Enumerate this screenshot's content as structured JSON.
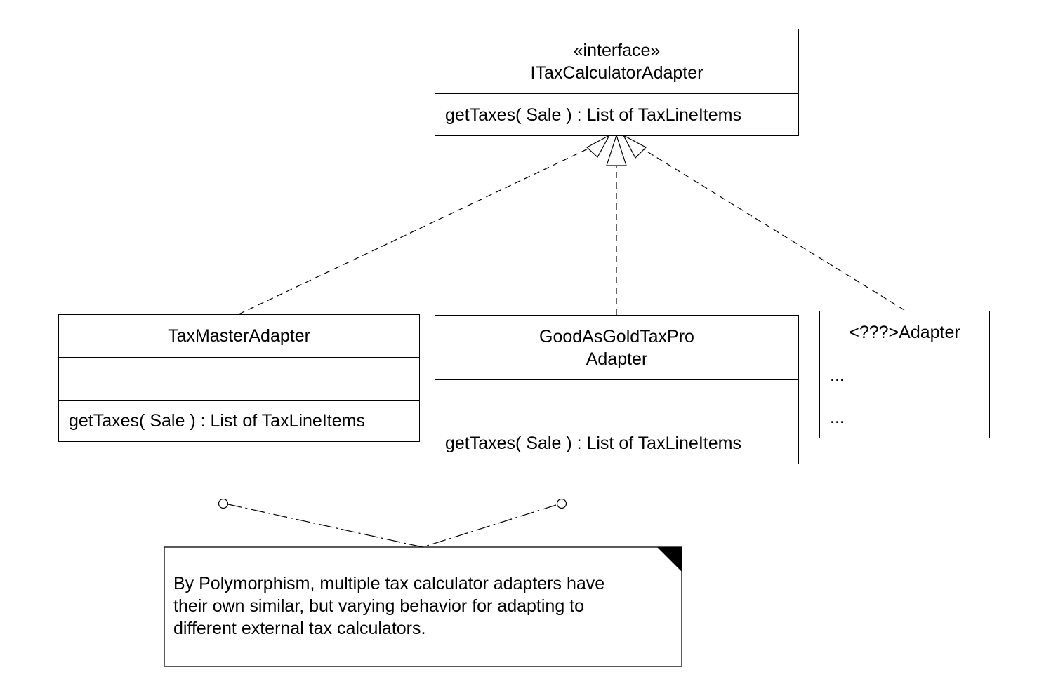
{
  "interface_class": {
    "stereotype": "«interface»",
    "name": "ITaxCalculatorAdapter",
    "operation": "getTaxes( Sale ) : List of TaxLineItems"
  },
  "classes": [
    {
      "name": "TaxMasterAdapter",
      "attributes": "",
      "operation": "getTaxes( Sale ) : List of TaxLineItems"
    },
    {
      "name_line1": "GoodAsGoldTaxPro",
      "name_line2": "Adapter",
      "attributes": "",
      "operation": "getTaxes( Sale ) : List of TaxLineItems"
    },
    {
      "name": "<???>Adapter",
      "attributes": "...",
      "operation": "..."
    }
  ],
  "note": {
    "line1": "By Polymorphism, multiple tax calculator adapters have",
    "line2": "their own similar, but varying behavior for adapting to",
    "line3": "different external tax calculators."
  },
  "colors": {
    "line": "#000000",
    "background": "#ffffff"
  }
}
